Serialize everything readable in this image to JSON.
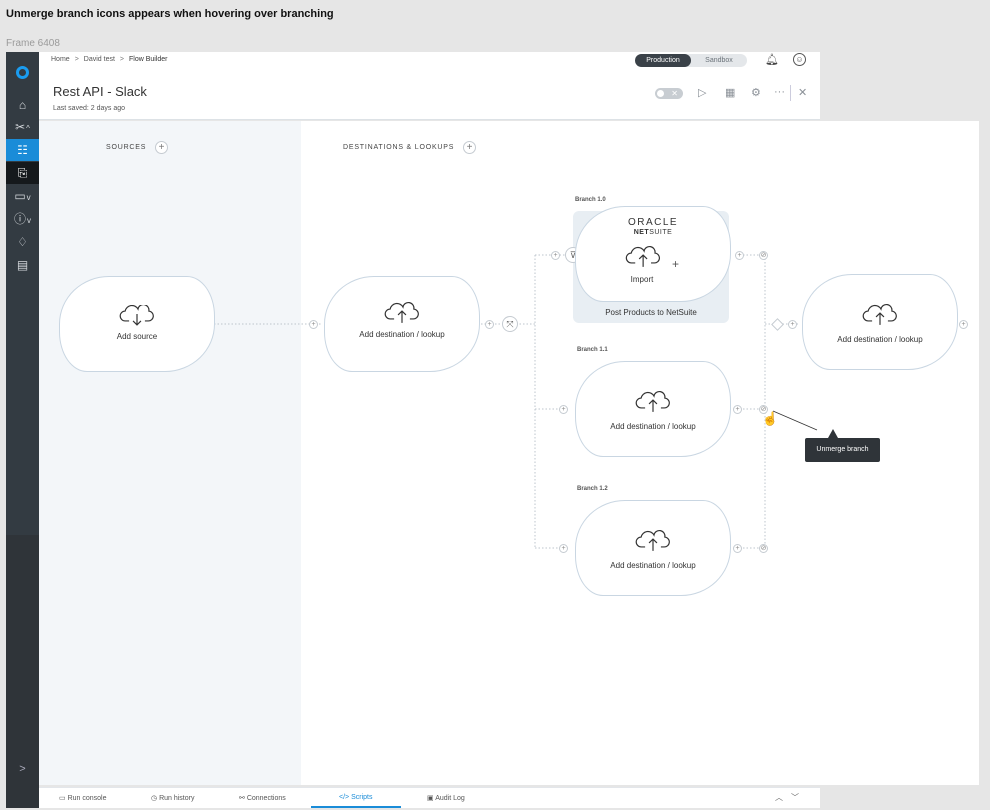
{
  "canvas_title": "Unmerge branch icons appears when hovering over branching",
  "frame_label": "Frame 6408",
  "breadcrumb": {
    "items": [
      "Home",
      "David test",
      "Flow Builder"
    ],
    "separator": ">"
  },
  "environment": {
    "production": "Production",
    "sandbox": "Sandbox",
    "selected": "Production"
  },
  "flow": {
    "title": "Rest API - Slack",
    "subtitle": "Last saved: 2 days ago"
  },
  "columns": {
    "sources": "SOURCES",
    "destinations": "DESTINATIONS & LOOKUPS"
  },
  "nodes": {
    "source": {
      "label": "Add source"
    },
    "destination_main": {
      "label": "Add destination / lookup"
    },
    "import": {
      "label": "Import",
      "caption": "Post Products to NetSuite",
      "logo_top": "ORACLE",
      "logo_bottom_bold": "NET",
      "logo_bottom": "SUITE"
    },
    "branch_1_1": {
      "label": "Add destination / lookup"
    },
    "branch_1_2": {
      "label": "Add destination / lookup"
    },
    "merged": {
      "label": "Add destination / lookup"
    }
  },
  "branches": [
    "Branch 1.0",
    "Branch 1.1",
    "Branch 1.2"
  ],
  "tooltip": "Unmerge branch",
  "bottom_tabs": [
    {
      "label": "Run console",
      "icon": "monitor-icon"
    },
    {
      "label": "Run history",
      "icon": "history-icon"
    },
    {
      "label": "Connections",
      "icon": "link-icon"
    },
    {
      "label": "Scripts",
      "icon": "code-icon"
    },
    {
      "label": "Audit Log",
      "icon": "log-icon"
    }
  ],
  "active_tab": "Scripts",
  "icons": {
    "nav": [
      "logo-icon",
      "home-icon",
      "tools-icon",
      "flow-builder-icon",
      "export-icon",
      "window-icon",
      "help-icon",
      "graduation-icon",
      "marketplace-icon"
    ],
    "header": [
      "bell-icon",
      "user-icon",
      "play-icon",
      "calendar-icon",
      "gear-icon",
      "more-icon",
      "close-icon"
    ]
  },
  "colors": {
    "accent": "#1a8cd8",
    "nav_bg": "#333b42",
    "tooltip_bg": "#2f3439"
  }
}
